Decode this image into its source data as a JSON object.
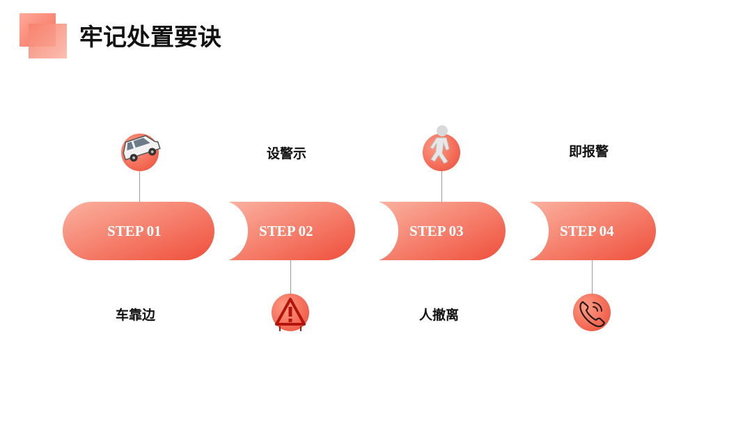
{
  "page": {
    "title": "牢记处置要诀"
  },
  "steps": [
    {
      "label": "STEP 01",
      "caption": "车靠边",
      "icon": "car-icon"
    },
    {
      "label": "STEP 02",
      "caption": "设警示",
      "icon": "warning-triangle-icon"
    },
    {
      "label": "STEP 03",
      "caption": "人撤离",
      "icon": "walking-person-icon"
    },
    {
      "label": "STEP 04",
      "caption": "即报警",
      "icon": "phone-icon"
    }
  ],
  "colors": {
    "accent_light": "#fbb1a0",
    "accent_dark": "#ef4f3a",
    "text": "#111111"
  }
}
